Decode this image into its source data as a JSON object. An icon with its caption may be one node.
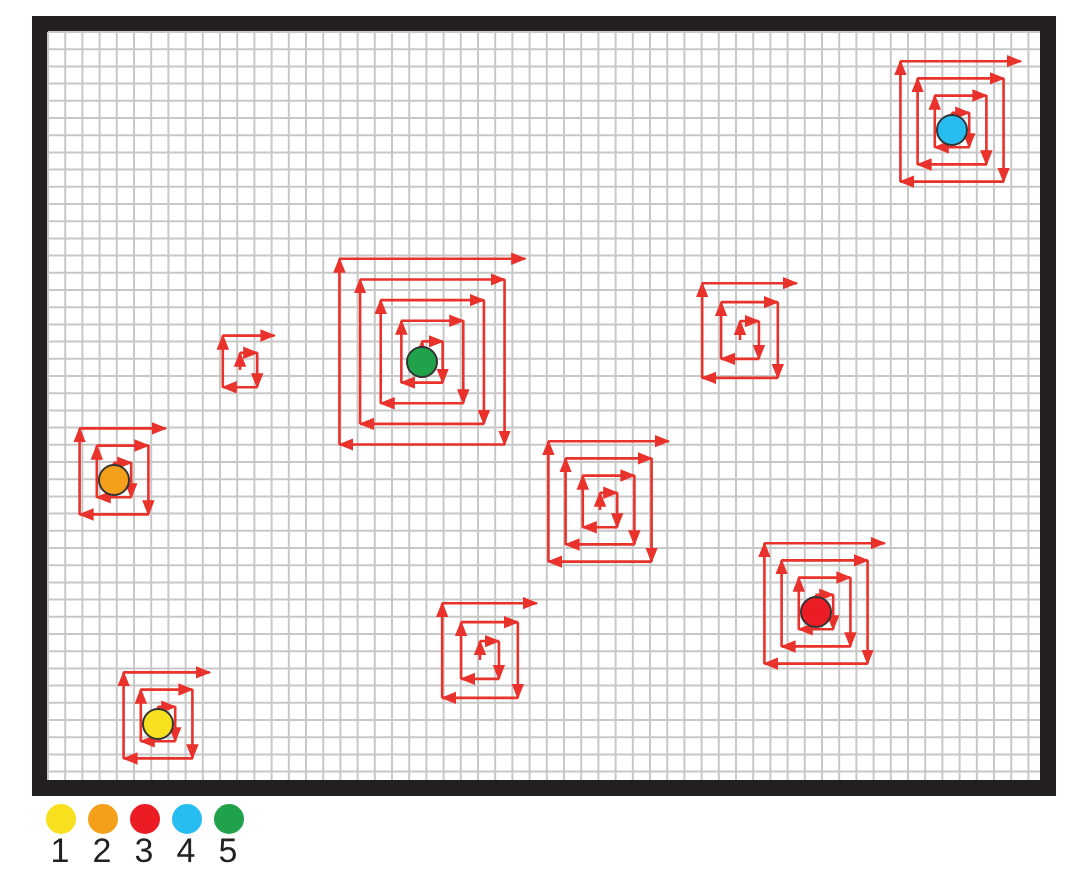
{
  "diagram": {
    "nodes": [
      {
        "text": [],
        "shape": "circle"
      },
      {
        "text": [],
        "shape": "circle"
      },
      {
        "text": [],
        "shape": "circle"
      },
      {
        "text": [],
        "shape": "circle"
      },
      {
        "text": [],
        "shape": "circle"
      }
    ],
    "legend": [
      {
        "text": "1",
        "color": "#f7e11e"
      },
      {
        "text": "2",
        "color": "#f5a01a"
      },
      {
        "text": "3",
        "color": "#ec1c24"
      },
      {
        "text": "4",
        "color": "#27bdf0"
      },
      {
        "text": "5",
        "color": "#1fa24a"
      }
    ]
  }
}
